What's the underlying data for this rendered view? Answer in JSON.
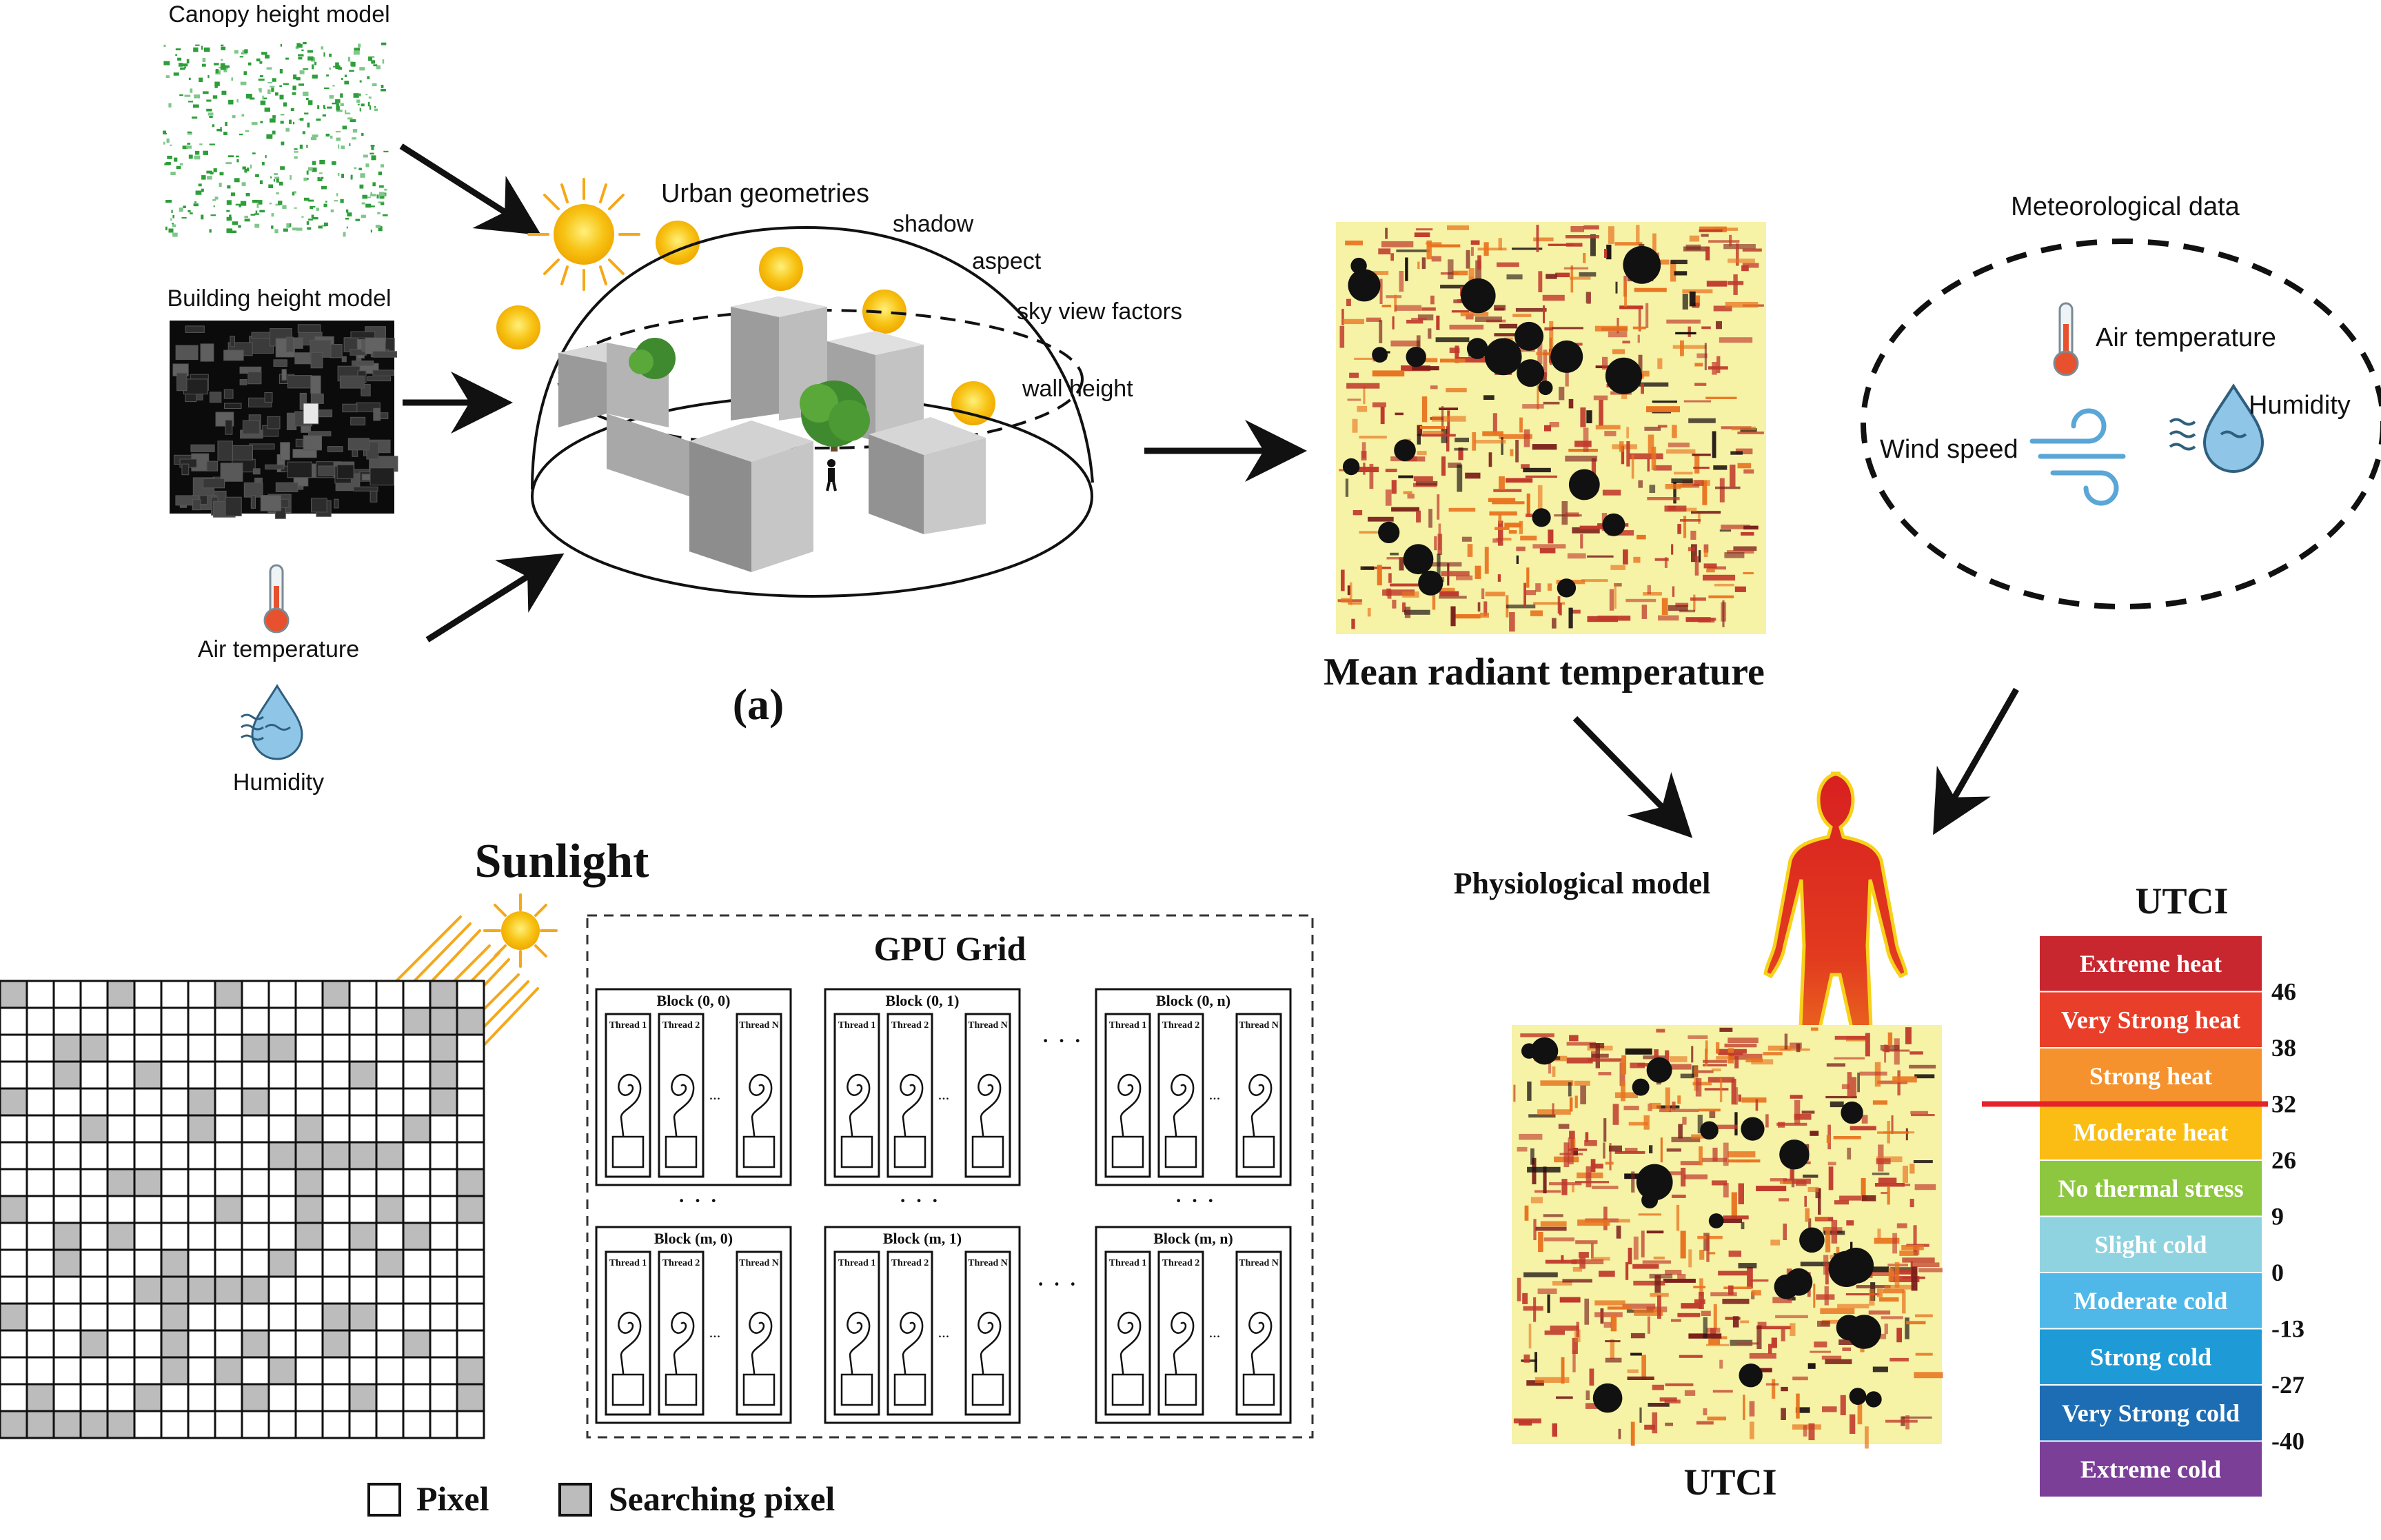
{
  "inputs": {
    "canopy_model": "Canopy height model",
    "building_model": "Building height model",
    "air_temperature": "Air temperature",
    "humidity": "Humidity"
  },
  "geometry": {
    "title": "Urban geometries",
    "items": [
      "shadow",
      "aspect",
      "sky view factors",
      "wall height"
    ],
    "panel_label": "(a)"
  },
  "mrt": {
    "title": "Mean radiant temperature"
  },
  "meteo": {
    "title": "Meteorological data",
    "air_temperature": "Air temperature",
    "wind_speed": "Wind speed",
    "humidity": "Humidity"
  },
  "physio": {
    "label": "Physiological model"
  },
  "utci_map": {
    "title": "UTCI"
  },
  "utci_scale": {
    "title": "UTCI",
    "categories": [
      {
        "label": "Extreme heat",
        "color": "#c8272f"
      },
      {
        "label": "Very Strong heat",
        "color": "#e93e29"
      },
      {
        "label": "Strong heat",
        "color": "#f5922d"
      },
      {
        "label": "Moderate heat",
        "color": "#fbbd14"
      },
      {
        "label": "No thermal stress",
        "color": "#8dc63f"
      },
      {
        "label": "Slight cold",
        "color": "#8fd3e0"
      },
      {
        "label": "Moderate cold",
        "color": "#4fb8e8"
      },
      {
        "label": "Strong cold",
        "color": "#1e9bd7"
      },
      {
        "label": "Very Strong cold",
        "color": "#1d6db4"
      },
      {
        "label": "Extreme cold",
        "color": "#7b3f98"
      }
    ],
    "thresholds": [
      "46",
      "38",
      "32",
      "26",
      "9",
      "0",
      "-13",
      "-27",
      "-40"
    ],
    "marker_value": "32",
    "marker_color": "#e5232b"
  },
  "sunlight": {
    "title": "Sunlight"
  },
  "gpu": {
    "title": "GPU Grid",
    "blocks_row1": [
      "Block (0, 0)",
      "Block (0, 1)",
      "Block (0, n)"
    ],
    "blocks_row2": [
      "Block (m, 0)",
      "Block (m, 1)",
      "Block (m, n)"
    ],
    "thread_labels": [
      "Thread 1",
      "Thread 2",
      "Thread N"
    ],
    "dots": "...",
    "hdots": "· · ·",
    "vdots": "· · ·"
  },
  "legend": {
    "pixel": "Pixel",
    "searching_pixel": "Searching pixel"
  }
}
